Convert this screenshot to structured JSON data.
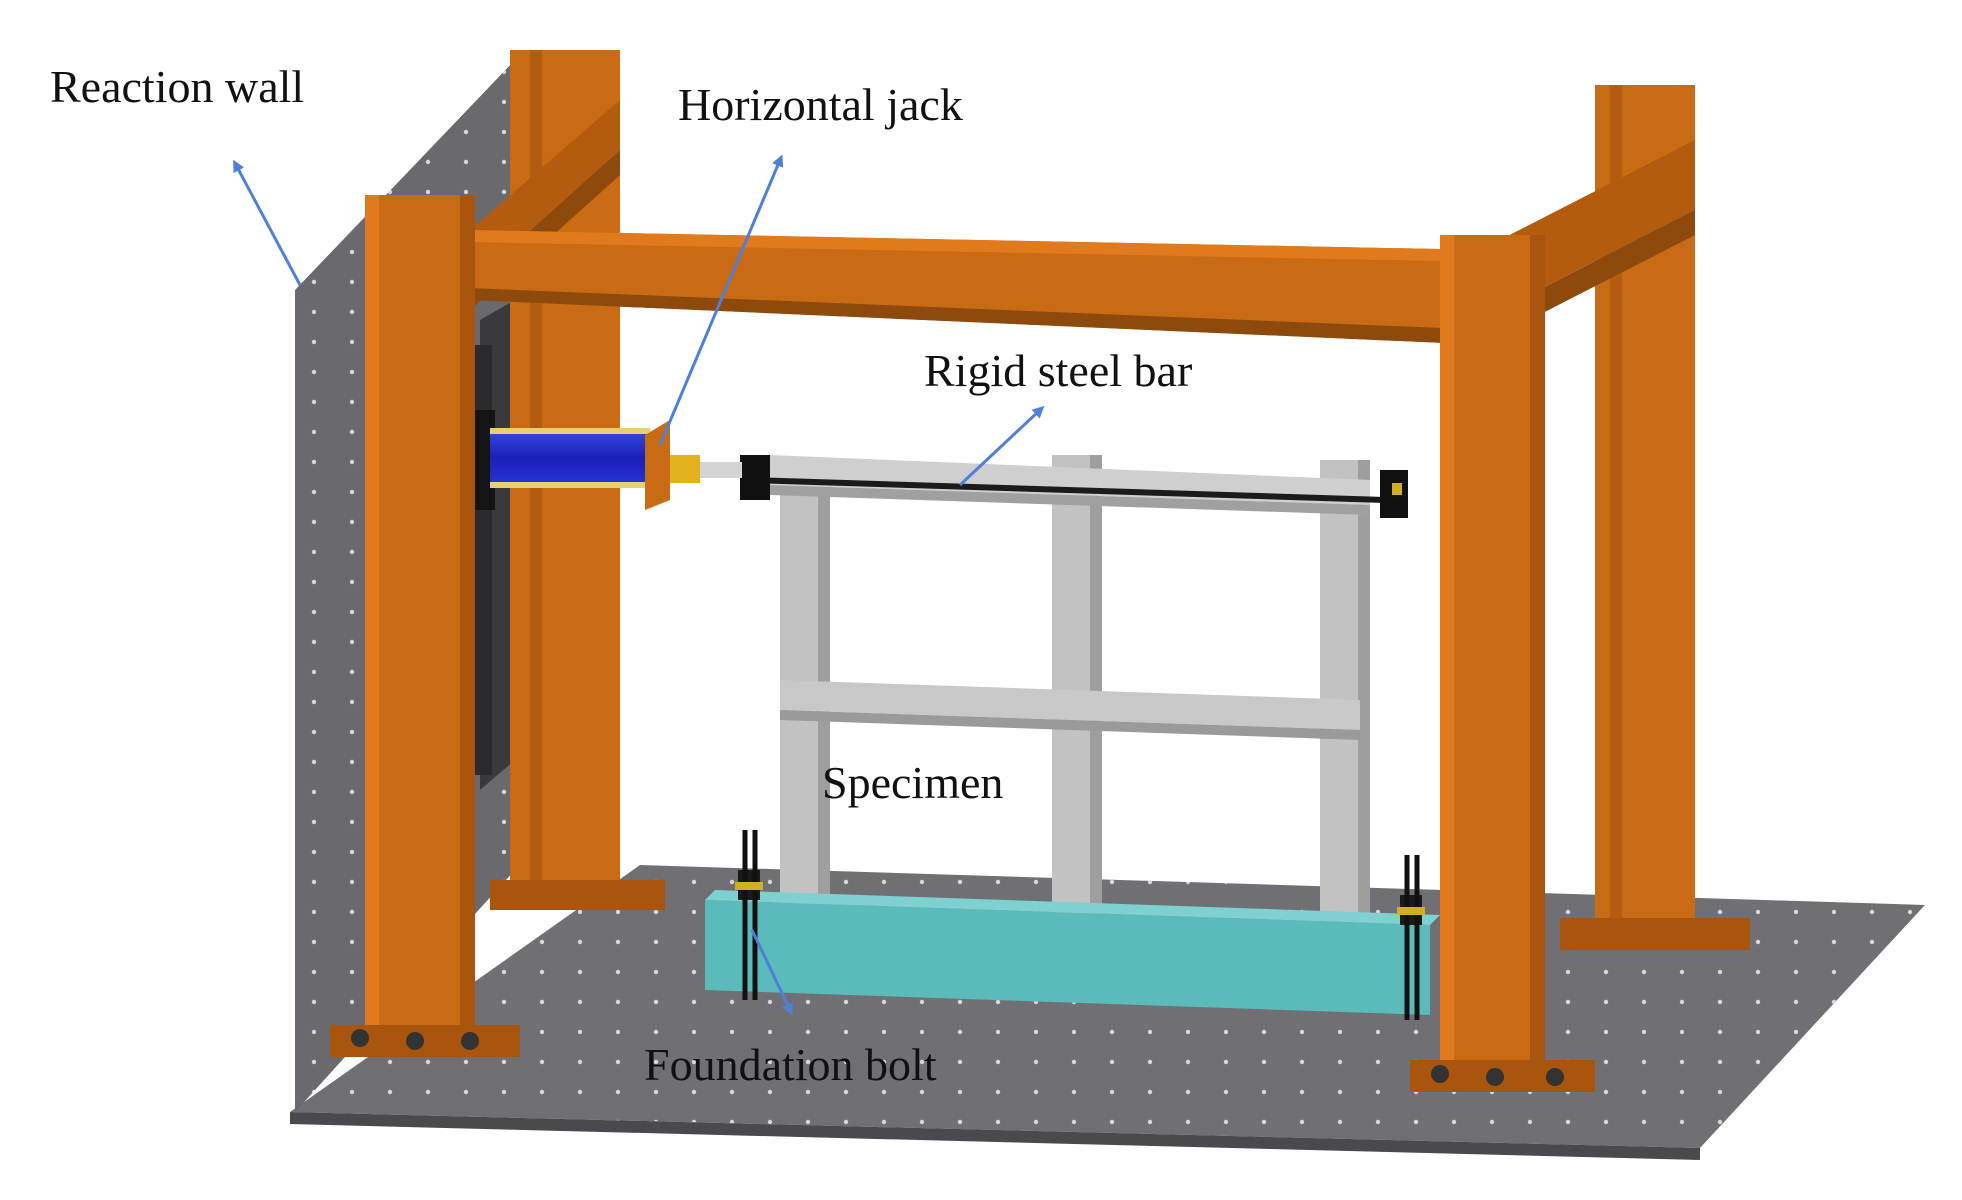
{
  "labels": {
    "reaction_wall": "Reaction wall",
    "horizontal_jack": "Horizontal jack",
    "rigid_steel_bar": "Rigid steel bar",
    "specimen": "Specimen",
    "foundation_bolt": "Foundation bolt"
  },
  "colors": {
    "steel_frame": "#C96A14",
    "steel_frame_dark": "#8E4A0C",
    "wall_and_floor": "#6E6E72",
    "specimen": "#BDBDBD",
    "foundation": "#5BBABA",
    "jack_cylinder": "#1E2BD0",
    "jack_collar": "#E2B21C",
    "arrow": "#4F7FD6"
  }
}
